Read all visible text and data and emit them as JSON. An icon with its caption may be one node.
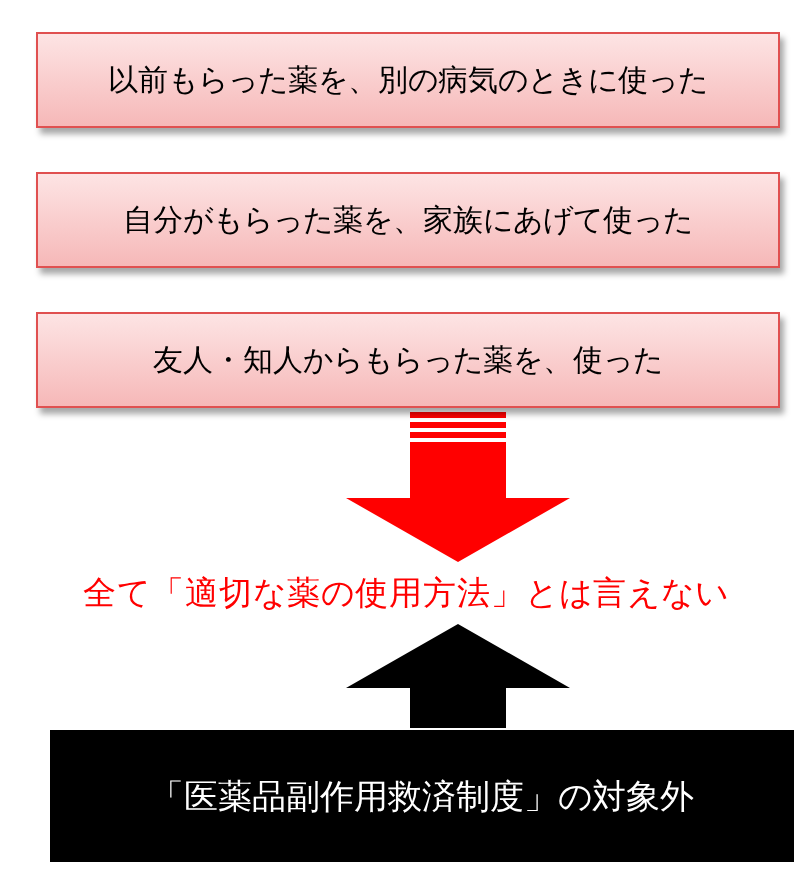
{
  "diagram": {
    "nodes": [
      {
        "text": [
          "以前もらった薬を、別の病気のときに使った"
        ]
      },
      {
        "text": [
          "自分がもらった薬を、家族にあげて使った"
        ]
      },
      {
        "text": [
          "友人・知人からもらった薬を、使った"
        ]
      },
      {
        "text": [
          "全て「適切な薬の使用方法」とは言えない"
        ]
      },
      {
        "text": [
          "「医薬品副作用救済制度」の対象外"
        ]
      }
    ],
    "edges": [
      {
        "from": 2,
        "to": 3,
        "arrow": "to",
        "color": "#ff0000"
      },
      {
        "from": 4,
        "to": 3,
        "arrow": "to",
        "color": "#000000"
      }
    ]
  }
}
